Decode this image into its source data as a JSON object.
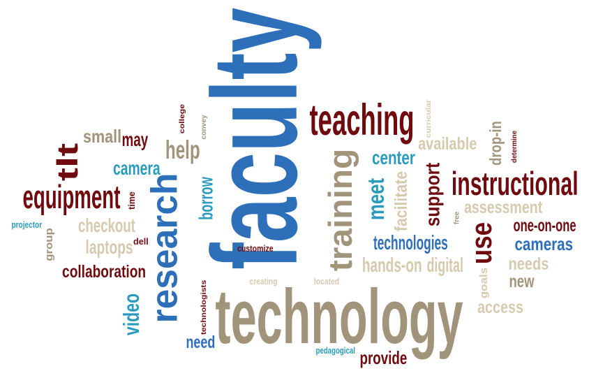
{
  "colors": {
    "blue": "#2e6fba",
    "tan": "#a1947a",
    "maroon": "#6f0b0f",
    "teal": "#2a9bbd",
    "beige": "#d6caae"
  },
  "words": [
    {
      "text": "faculty",
      "color": "#2e6fba"
    },
    {
      "text": "technology",
      "color": "#a1947a"
    },
    {
      "text": "training",
      "color": "#a1947a"
    },
    {
      "text": "research",
      "color": "#2e6fba"
    },
    {
      "text": "teaching",
      "color": "#6f0b0f"
    },
    {
      "text": "instructional",
      "color": "#6f0b0f"
    },
    {
      "text": "equipment",
      "color": "#6f0b0f"
    },
    {
      "text": "tlt",
      "color": "#6f0b0f"
    },
    {
      "text": "use",
      "color": "#6f0b0f"
    },
    {
      "text": "support",
      "color": "#6f0b0f"
    },
    {
      "text": "meet",
      "color": "#2a9bbd"
    },
    {
      "text": "video",
      "color": "#2a9bbd"
    },
    {
      "text": "help",
      "color": "#a1947a"
    },
    {
      "text": "center",
      "color": "#2a9bbd"
    },
    {
      "text": "available",
      "color": "#d6caae"
    },
    {
      "text": "facilitate",
      "color": "#d6caae"
    },
    {
      "text": "technologies",
      "color": "#2e6fba"
    },
    {
      "text": "hands-on",
      "color": "#d6caae"
    },
    {
      "text": "digital",
      "color": "#d6caae"
    },
    {
      "text": "one-on-one",
      "color": "#6f0b0f"
    },
    {
      "text": "cameras",
      "color": "#2e6fba"
    },
    {
      "text": "needs",
      "color": "#d6caae"
    },
    {
      "text": "new",
      "color": "#a1947a"
    },
    {
      "text": "access",
      "color": "#d6caae"
    },
    {
      "text": "goals",
      "color": "#d6caae"
    },
    {
      "text": "assessment",
      "color": "#d6caae"
    },
    {
      "text": "drop-in",
      "color": "#a1947a"
    },
    {
      "text": "determine",
      "color": "#6f0b0f"
    },
    {
      "text": "curricular",
      "color": "#d6caae"
    },
    {
      "text": "free",
      "color": "#a1947a"
    },
    {
      "text": "small",
      "color": "#a1947a"
    },
    {
      "text": "may",
      "color": "#6f0b0f"
    },
    {
      "text": "college",
      "color": "#6f0b0f"
    },
    {
      "text": "convey",
      "color": "#a1947a"
    },
    {
      "text": "camera",
      "color": "#2a9bbd"
    },
    {
      "text": "borrow",
      "color": "#2a9bbd"
    },
    {
      "text": "time",
      "color": "#6f0b0f"
    },
    {
      "text": "checkout",
      "color": "#d6caae"
    },
    {
      "text": "laptops",
      "color": "#d6caae"
    },
    {
      "text": "dell",
      "color": "#6f0b0f"
    },
    {
      "text": "projector",
      "color": "#2a9bbd"
    },
    {
      "text": "group",
      "color": "#a1947a"
    },
    {
      "text": "collaboration",
      "color": "#6f0b0f"
    },
    {
      "text": "customize",
      "color": "#6f0b0f"
    },
    {
      "text": "creating",
      "color": "#d6caae"
    },
    {
      "text": "located",
      "color": "#d6caae"
    },
    {
      "text": "technologists",
      "color": "#6f0b0f"
    },
    {
      "text": "need",
      "color": "#2e6fba"
    },
    {
      "text": "pedagogical",
      "color": "#2a9bbd"
    },
    {
      "text": "provide",
      "color": "#6f0b0f"
    }
  ]
}
